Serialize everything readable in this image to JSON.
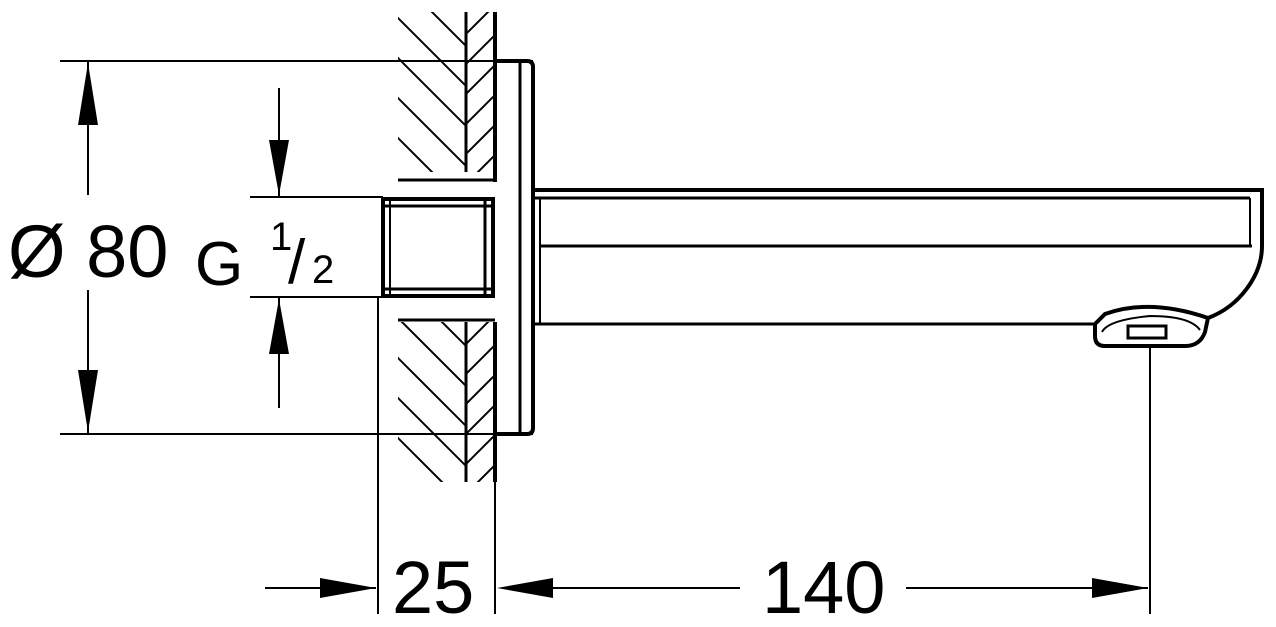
{
  "dimensions": {
    "diameter": "Ø 80",
    "thread_main": "G",
    "thread_numerator": "1",
    "thread_slash": "/",
    "thread_denominator": "2",
    "wall_depth": "25",
    "spout_projection": "140"
  }
}
